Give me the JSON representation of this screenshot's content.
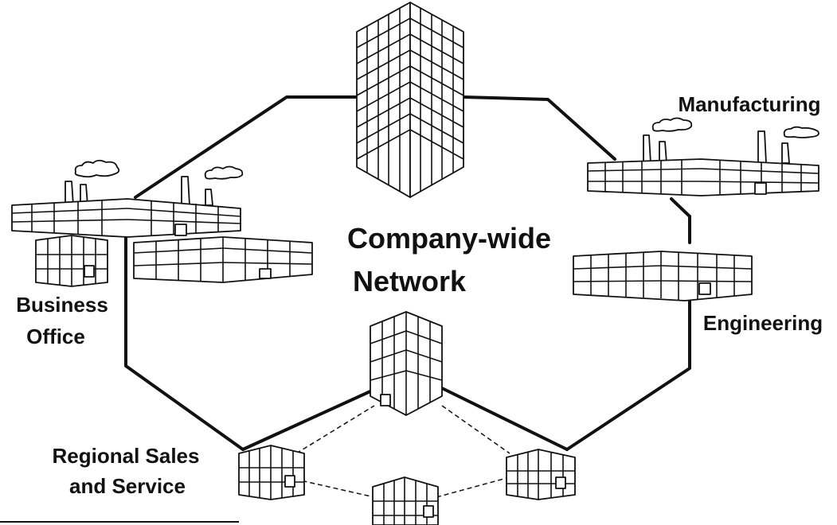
{
  "diagram": {
    "center_label_line1": "Company-wide",
    "center_label_line2": "Network",
    "sites": {
      "business_office_line1": "Business",
      "business_office_line2": "Office",
      "manufacturing": "Manufacturing",
      "engineering": "Engineering",
      "regional_line1": "Regional Sales",
      "regional_line2": "and Service"
    },
    "colors": {
      "ink": "#111111",
      "background": "#ffffff"
    },
    "icons": [
      "skyscraper-icon",
      "factory-icon",
      "office-building-icon",
      "cloud-icon",
      "smokestack-icon"
    ]
  }
}
